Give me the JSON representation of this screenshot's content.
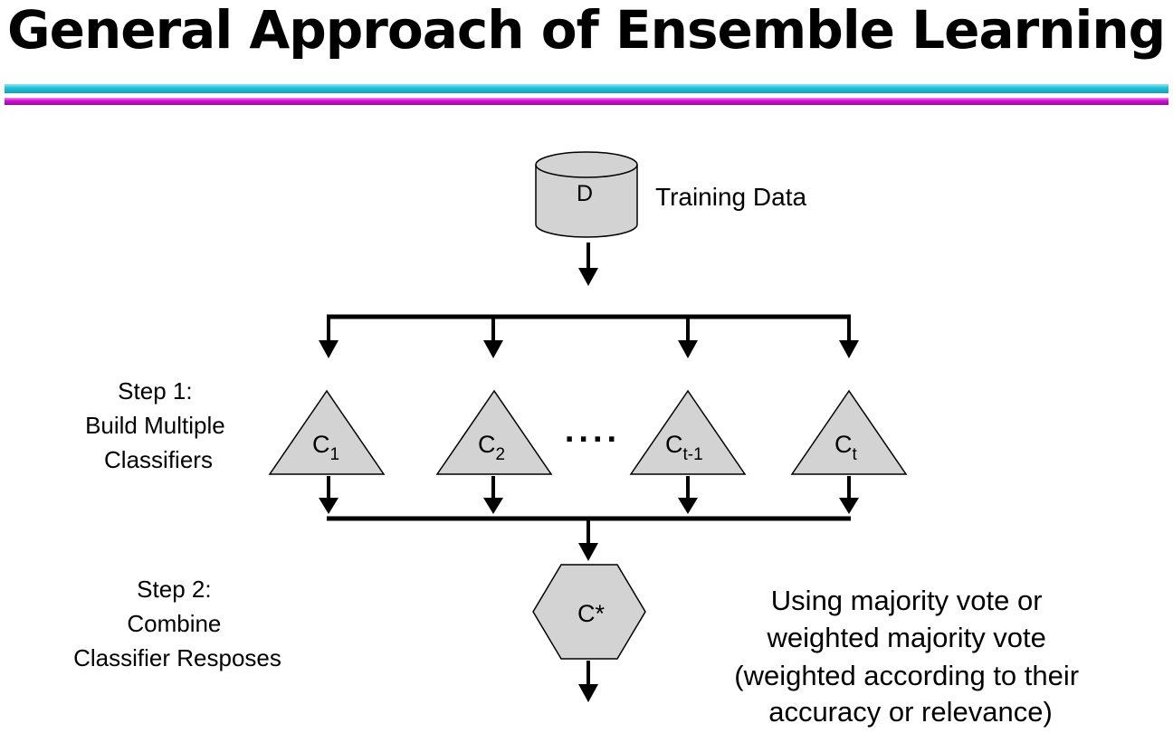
{
  "title": "General Approach of Ensemble Learning",
  "colors": {
    "rule_cyan": "#22c3db",
    "rule_magenta": "#d210d6",
    "shape_fill": "#d3d3d3",
    "stroke": "#000000"
  },
  "data_node": {
    "label": "D",
    "caption": "Training Data"
  },
  "classifiers": [
    {
      "base": "C",
      "sub": "1"
    },
    {
      "base": "C",
      "sub": "2"
    },
    {
      "base": "C",
      "sub": "t-1"
    },
    {
      "base": "C",
      "sub": "t"
    }
  ],
  "ellipsis": "....",
  "step1": {
    "lines": [
      "Step 1:",
      "Build Multiple",
      "Classifiers"
    ]
  },
  "step2": {
    "lines": [
      "Step 2:",
      "Combine",
      "Classifier Resposes"
    ]
  },
  "combiner": {
    "label": "C*"
  },
  "note": {
    "lines": [
      "Using majority vote or",
      "weighted majority vote",
      "(weighted according to their",
      "accuracy or relevance)"
    ]
  }
}
